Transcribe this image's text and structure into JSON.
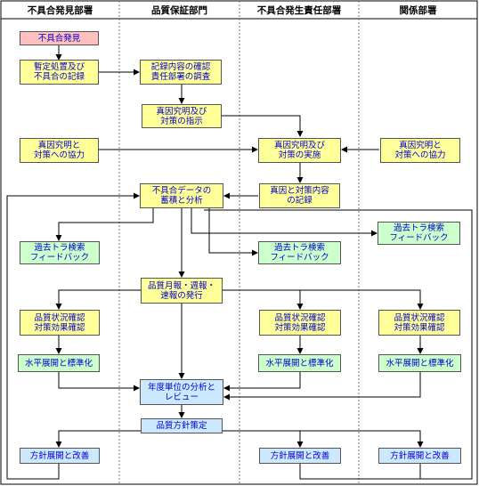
{
  "headers": [
    "不具合発見部署",
    "品質保証部門",
    "不具合発生責任部署",
    "関係部署"
  ],
  "boxes": {
    "b1": "不具合発見",
    "b2": "暫定処置及び\n不具合の記録",
    "b3": "記録内容の確認\n責任部署の調査",
    "b4": "真因究明及び\n対策の指示",
    "b5": "真因究明と\n対策への協力",
    "b6": "真因究明及び\n対策の実施",
    "b7": "真因究明と\n対策への協力",
    "b8": "不具合データの\n蓄積と分析",
    "b9": "真因と対策内容\nの記録",
    "b10": "過去トラ検索\nフィードバック",
    "b11": "過去トラ検索\nフィードバック",
    "b12": "過去トラ検索\nフィードバック",
    "b13": "品質月報・週報・\n速報の発行",
    "b14": "品質状況確認\n対策効果確認",
    "b15": "品質状況確認\n対策効果確認",
    "b16": "品質状況確認\n対策効果確認",
    "b17": "水平展開と標準化",
    "b18": "水平展開と標準化",
    "b19": "水平展開と標準化",
    "b20": "年度単位の分析と\nレビュー",
    "b21": "品質方針策定",
    "b22": "方針展開と改善",
    "b23": "方針展開と改善",
    "b24": "方針展開と改善"
  },
  "colors": {
    "yellow": "#ffff99",
    "green": "#ccffcc",
    "blue": "#cce8ff",
    "pink": "#ffc0c0",
    "box_text": "#0000cc"
  }
}
